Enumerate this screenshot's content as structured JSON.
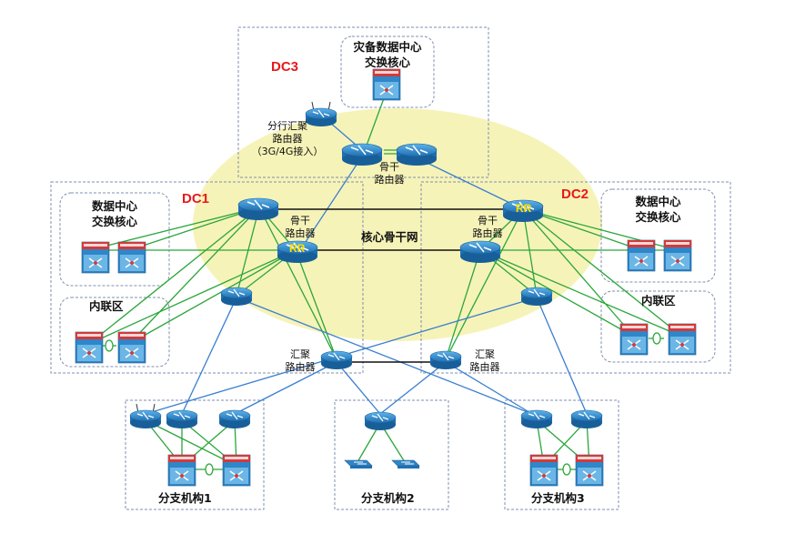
{
  "labels": {
    "dc3": "DC3",
    "dc1": "DC1",
    "dc2": "DC2",
    "dc3_core": "灾备数据中心\n交换核心",
    "dc3_branch_agg": "分行汇聚\n路由器\n（3G/4G接入）",
    "dc3_backbone": "骨干\n路由器",
    "dc1_core": "数据中心\n交换核心",
    "dc2_core": "数据中心\n交换核心",
    "dc1_backbone": "骨干\n路由器",
    "dc2_backbone": "骨干\n路由器",
    "core_net": "核心骨干网",
    "dc1_inner": "内联区",
    "dc2_inner": "内联区",
    "dc1_agg": "汇聚\n路由器",
    "dc2_agg": "汇聚\n路由器",
    "branch1": "分支机构1",
    "branch2": "分支机构2",
    "branch3": "分支机构3",
    "rr": "RR"
  },
  "colors": {
    "green_link": "#2aa63a",
    "blue_link": "#3a7fd0",
    "black_link": "#111111",
    "router": "#2f86c8",
    "backbone_ellipse": "#f5f2b0",
    "dashed_border": "#7f8fb0",
    "dc_label": "#e8191c",
    "rr_label": "#ffe000"
  }
}
